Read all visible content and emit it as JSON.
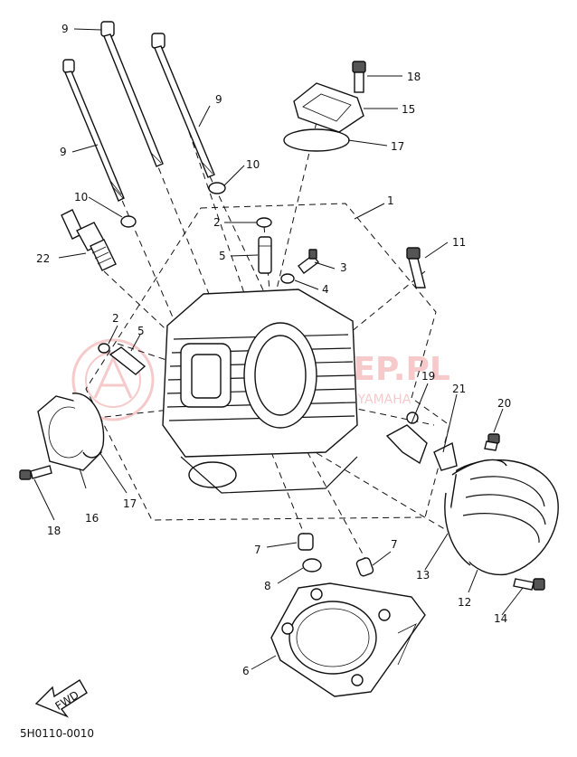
{
  "callouts": {
    "c1": "1",
    "c2a": "2",
    "c2b": "2",
    "c3": "3",
    "c4": "4",
    "c5a": "5",
    "c5b": "5",
    "c6": "6",
    "c7a": "7",
    "c7b": "7",
    "c8": "8",
    "c9a": "9",
    "c9b": "9",
    "c9c": "9",
    "c10a": "10",
    "c10b": "10",
    "c11": "11",
    "c12": "12",
    "c13": "13",
    "c14": "14",
    "c15": "15",
    "c16": "16",
    "c17a": "17",
    "c17b": "17",
    "c18a": "18",
    "c18b": "18",
    "c19": "19",
    "c20": "20",
    "c21": "21",
    "c22": "22"
  },
  "fwd_label": "FWD",
  "diagram_code": "5H0110-0010",
  "watermark": {
    "brand": "MOTOKLEP.PL",
    "tagline": "AUTORYZOWANY DEALER YAMAHA",
    "color": "#e04545"
  }
}
